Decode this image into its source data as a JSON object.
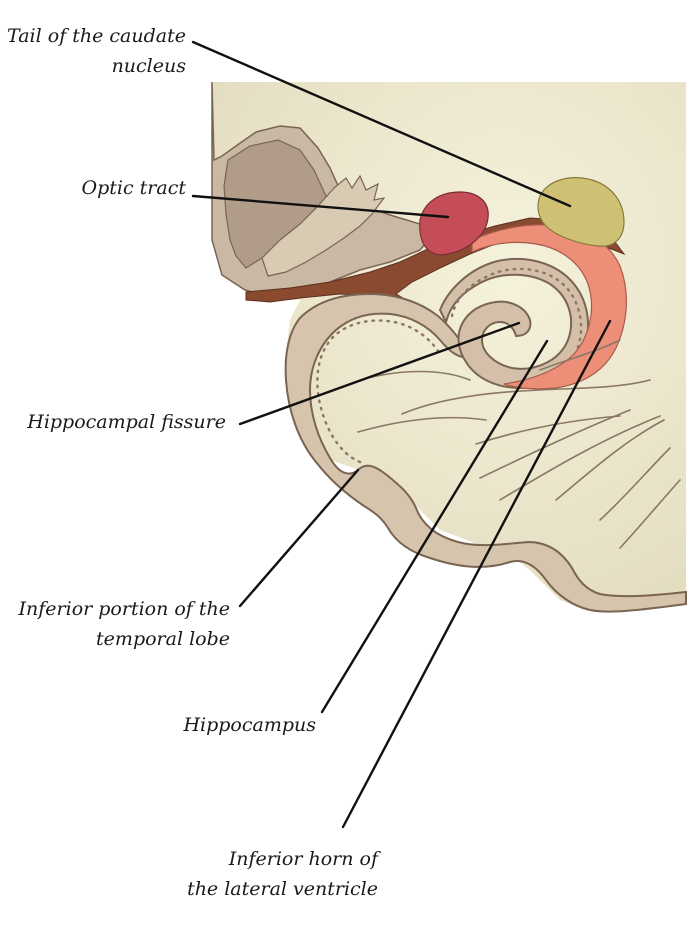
{
  "labels": {
    "tail_caudate": [
      "Tail of  the caudate",
      "nucleus"
    ],
    "optic_tract": "Optic tract",
    "hippocampal_fissure": "Hippocampal fissure",
    "inferior_temporal": [
      "Inferior portion of  the",
      "temporal lobe"
    ],
    "hippocampus": "Hippocampus",
    "inferior_horn": [
      "Inferior horn of",
      "the lateral ventricle"
    ]
  },
  "colors": {
    "background_tissue": "#ece7cf",
    "grey_matter": "#d7c4ad",
    "dark_tissue": "#b5a08c",
    "outline": "#7a6453",
    "dark_band": "#8a4a30",
    "optic_tract": "#c44d58",
    "caudate_nucleus": "#cfc174",
    "ventricle": "#ec8e78",
    "leader_line": "#111111"
  }
}
